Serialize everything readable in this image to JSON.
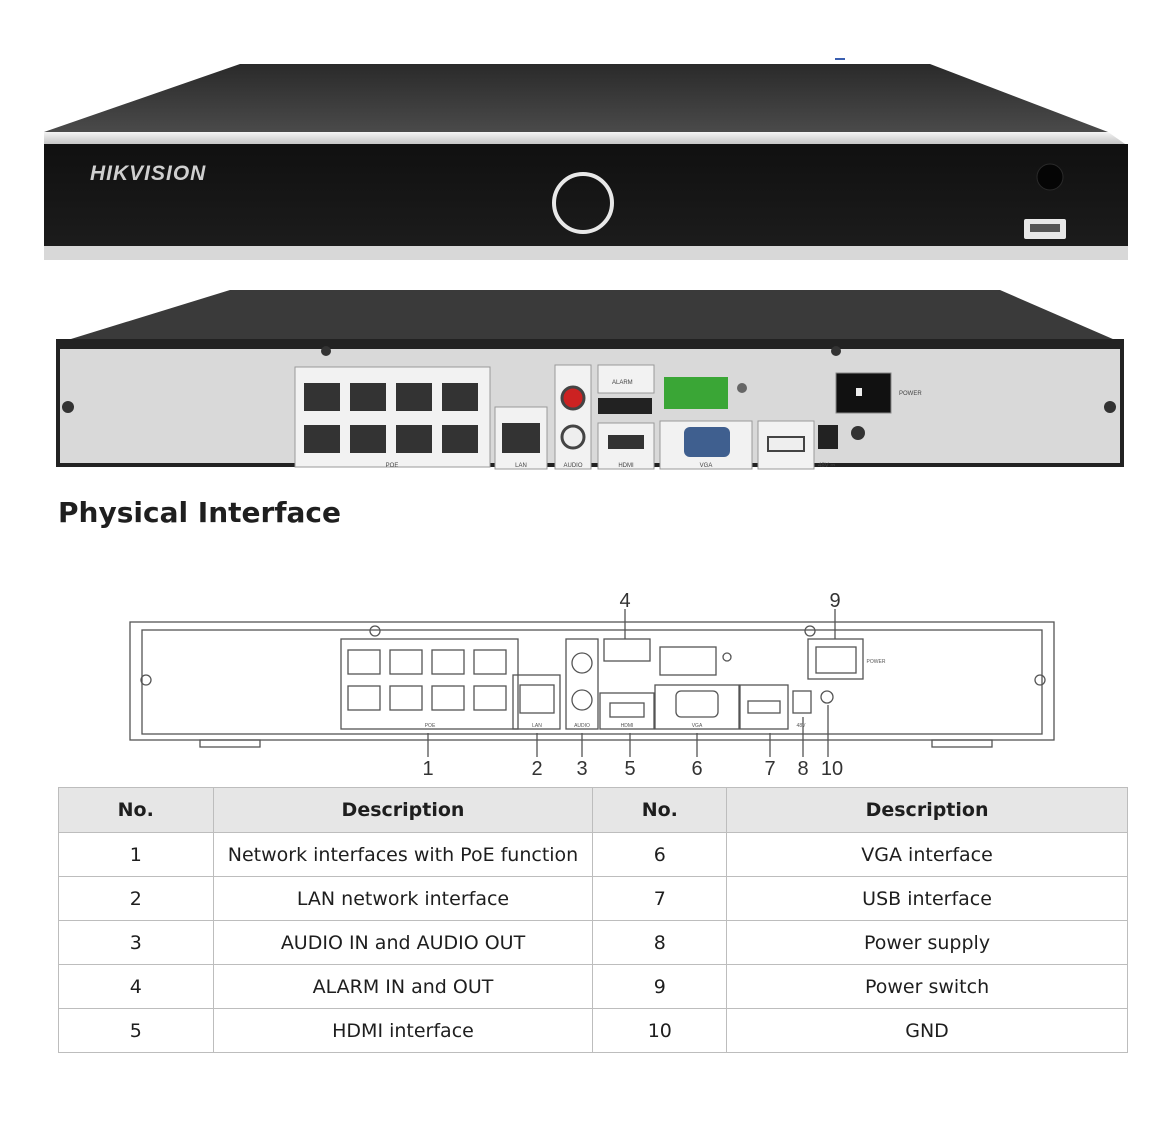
{
  "brand": "HIKVISION",
  "rear_labels": {
    "poe": "POE",
    "lan": "LAN",
    "audio": "AUDIO",
    "hdmi": "HDMI",
    "vga": "VGA",
    "power": "POWER",
    "alarm": "ALARM",
    "dc": "48V ⎓"
  },
  "section_title": "Physical Interface",
  "diagram_labels": {
    "poe": "POE",
    "lan": "LAN",
    "audio": "AUDIO",
    "hdmi": "HDMI",
    "vga": "VGA",
    "power": "POWER",
    "dc": "48V"
  },
  "callouts": [
    "1",
    "2",
    "3",
    "4",
    "5",
    "6",
    "7",
    "8",
    "9",
    "10"
  ],
  "table": {
    "headers": [
      "No.",
      "Description",
      "No.",
      "Description"
    ],
    "rows": [
      {
        "no_a": "1",
        "desc_a": "Network interfaces with PoE function",
        "no_b": "6",
        "desc_b": "VGA interface"
      },
      {
        "no_a": "2",
        "desc_a": "LAN network interface",
        "no_b": "7",
        "desc_b": "USB interface"
      },
      {
        "no_a": "3",
        "desc_a": "AUDIO IN and AUDIO OUT",
        "no_b": "8",
        "desc_b": "Power supply"
      },
      {
        "no_a": "4",
        "desc_a": "ALARM IN and OUT",
        "no_b": "9",
        "desc_b": "Power switch"
      },
      {
        "no_a": "5",
        "desc_a": "HDMI interface",
        "no_b": "10",
        "desc_b": "GND"
      }
    ]
  }
}
